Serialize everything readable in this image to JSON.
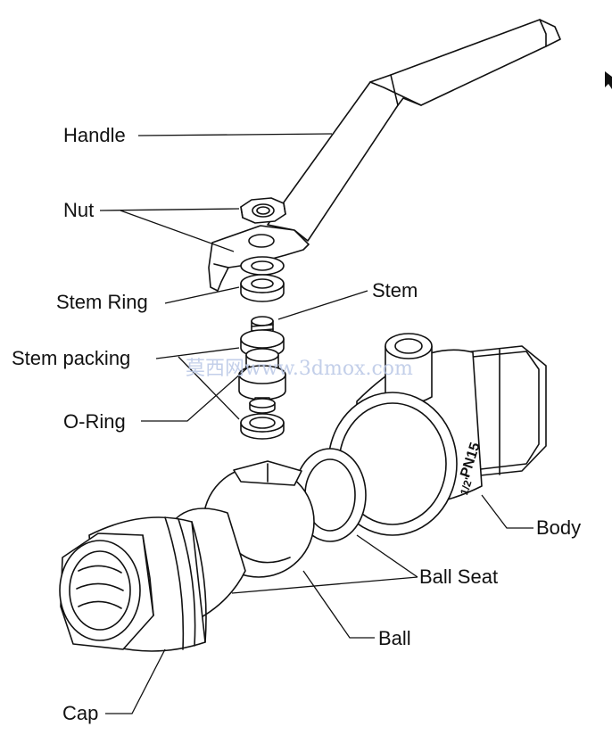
{
  "labels": {
    "handle": "Handle",
    "nut": "Nut",
    "stem_ring": "Stem Ring",
    "stem": "Stem",
    "stem_packing": "Stem packing",
    "o_ring": "O-Ring",
    "body": "Body",
    "ball_seat": "Ball Seat",
    "ball": "Ball",
    "cap": "Cap"
  },
  "body_markings": {
    "pressure": "PN15",
    "size": "1/2\""
  },
  "watermark": "莫西网www.3dmox.com",
  "line_color": "#111111",
  "watermark_color": "#b9c7e6"
}
